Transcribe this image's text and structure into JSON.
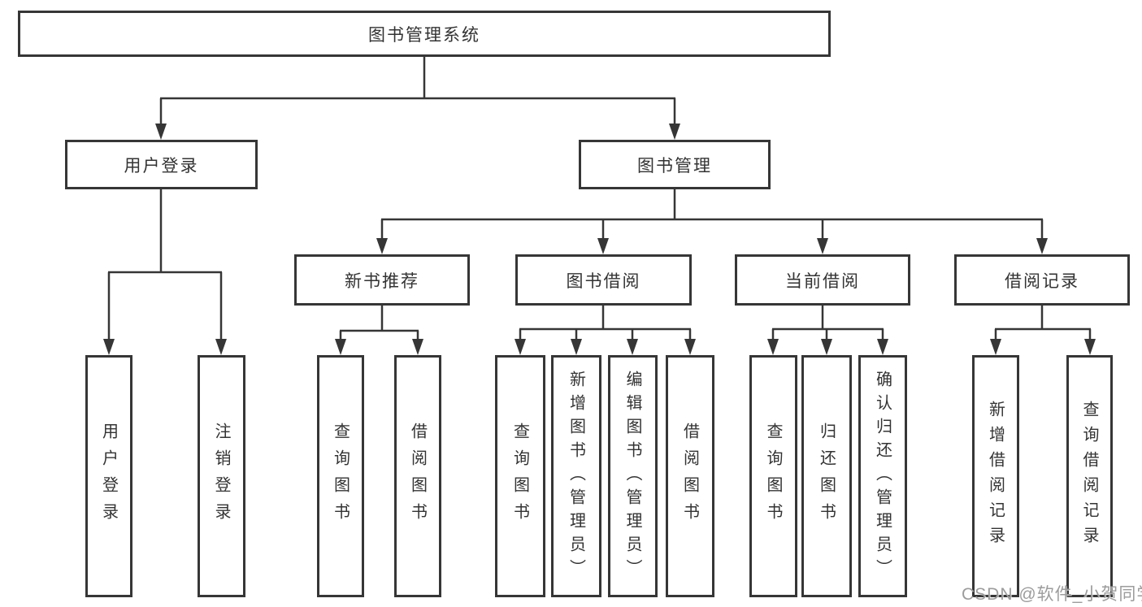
{
  "tree": {
    "root": {
      "label": "图书管理系统",
      "children": [
        {
          "label": "用户登录",
          "children": [
            {
              "label": "用户登录"
            },
            {
              "label": "注销登录"
            }
          ]
        },
        {
          "label": "图书管理",
          "children": [
            {
              "label": "新书推荐",
              "children": [
                {
                  "label": "查询图书"
                },
                {
                  "label": "借阅图书"
                }
              ]
            },
            {
              "label": "图书借阅",
              "children": [
                {
                  "label": "查询图书"
                },
                {
                  "label": "新增图书（管理员）"
                },
                {
                  "label": "编辑图书（管理员）"
                },
                {
                  "label": "借阅图书"
                }
              ]
            },
            {
              "label": "当前借阅",
              "children": [
                {
                  "label": "查询图书"
                },
                {
                  "label": "归还图书"
                },
                {
                  "label": "确认归还（管理员）"
                }
              ]
            },
            {
              "label": "借阅记录",
              "children": [
                {
                  "label": "新增借阅记录"
                },
                {
                  "label": "查询借阅记录"
                }
              ]
            }
          ]
        }
      ]
    }
  },
  "watermark": "CSDN @软件_小贺同学",
  "colors": {
    "line": "#363636",
    "text": "#333333",
    "watermark": "#9c9c9c"
  }
}
